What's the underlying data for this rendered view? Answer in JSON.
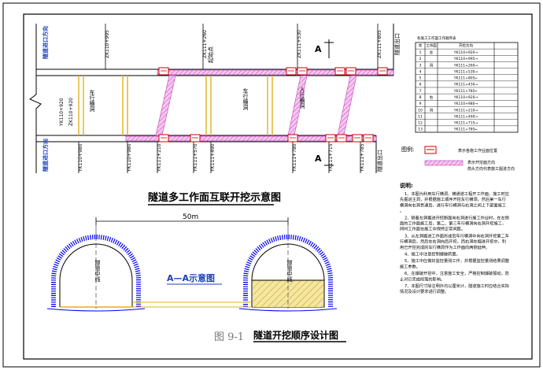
{
  "plan": {
    "title": "隧道多工作面互联开挖示意图",
    "portal_left_upper": "隧道进口方向",
    "portal_left_lower": "隧道进口方向",
    "portal_right_upper": "隧道出口",
    "portal_right_lower": "隧道出口",
    "left_stake": "ZK110+920",
    "left_stake_lower": "YK110+920",
    "vehicle_passage_label": "车行横洞",
    "vehicle_passage_mid": "车行横洞",
    "pedestrian_passage": "人行横洞",
    "section_marker_top": "A",
    "section_marker_bottom": "A",
    "top_stakes": [
      "ZK110+995",
      "ZK111+260",
      "ZK111+530",
      "ZK111+805"
    ],
    "top_mark": "起始点",
    "bottom_stakes": [
      "YK110+980",
      "YK110+980",
      "YK111+210",
      "YK111+570",
      "YK111+490",
      "YK111+780",
      "YK111+715",
      "YK111+785"
    ]
  },
  "schedule": {
    "title": "各施工工作面工作顺序表",
    "headers": [
      "序",
      "工作面",
      "开挖方向"
    ],
    "rows": [
      [
        "1",
        "左",
        "YK110+920→"
      ],
      [
        "2",
        "",
        "YK110+995→"
      ],
      [
        "3",
        "洞",
        "YK111+260→"
      ],
      [
        "4",
        "",
        "YK111+530→"
      ],
      [
        "5",
        "",
        "YK111+805←"
      ],
      [
        "6",
        "",
        "YK111+430→"
      ],
      [
        "7",
        "",
        "YK111+785←"
      ],
      [
        "8",
        "右",
        "YK110+920→"
      ],
      [
        "9",
        "",
        "YK110+980→"
      ],
      [
        "10",
        "洞",
        "YK111+210→"
      ],
      [
        "11",
        "",
        "YK111+490→"
      ],
      [
        "12",
        "",
        "YK111+715→"
      ],
      [
        "13",
        "",
        "YK111+785←"
      ]
    ]
  },
  "legend": {
    "title": "图例:",
    "item1": "表示各施工作业面位置",
    "item2a": "表示开挖面方向",
    "item2b": "箭头方向代表施工掘进方向"
  },
  "section": {
    "dimension": "50m",
    "title": "A—A示意图",
    "left_label": "隧道中线",
    "right_label": "隧道中线"
  },
  "notes": {
    "heading": "说明:",
    "items": [
      "1、本图为利用车行横洞、横通道工程开工作面，施工时应先掘进主洞，并根据施工顺序开挖车行横洞，然后第一车行横洞向右洞贯通后，进行车行横洞与右洞之间上下部面施工。",
      "2、随着左洞掘进开挖断面向右洞进行施工作业时，在左侧面的工作面施工后，第二、第三车行横洞向右洞开挖施工，同时工作面在施工中保持正常间距。",
      "3、从左洞掘进工作面形成后车行横洞中向右洞开挖第二车行横洞后，然后在右洞向后开挖，而右洞在掘进开挖中，利用已开挖完成的车行横洞作为工作面向两侧延伸。",
      "4、施工中注意控制爆破药量。",
      "5、施工中应做好监控量测工作，并根据监控量测结果调整施工参数。",
      "6、在爆破开挖中，注意施工安全，严格控制爆破振动，防止对已完成段落的影响。",
      "7、本图尺寸除注明外均以厘米计，隧道施工时应结合实际情况及设计要求进行调整。"
    ]
  },
  "footer": {
    "figure_no": "图 9-1",
    "drawing_title": "隧道开挖顺序设计图"
  }
}
